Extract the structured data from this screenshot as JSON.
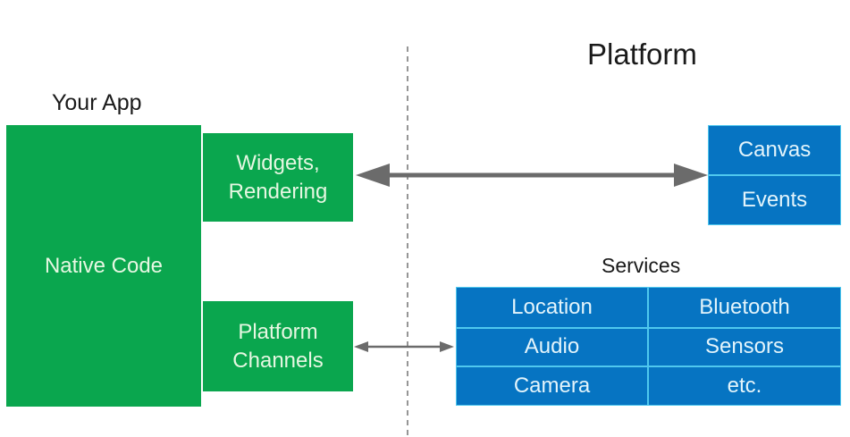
{
  "diagram": {
    "platform_heading": "Platform",
    "app_heading": "Your App",
    "services_heading": "Services",
    "app_blocks": {
      "native_code": "Native Code",
      "widgets_rendering": [
        "Widgets,",
        "Rendering"
      ],
      "platform_channels": [
        "Platform",
        "Channels"
      ]
    },
    "platform_blocks": {
      "canvas": "Canvas",
      "events": "Events"
    },
    "services": [
      [
        "Location",
        "Bluetooth"
      ],
      [
        "Audio",
        "Sensors"
      ],
      [
        "Camera",
        "etc."
      ]
    ],
    "connections": [
      {
        "from": "Widgets, Rendering",
        "to": "Canvas / Events",
        "type": "bidirectional",
        "weight": "thick"
      },
      {
        "from": "Platform Channels",
        "to": "Services",
        "type": "bidirectional",
        "weight": "thin"
      }
    ],
    "colors": {
      "app_green": "#0aa64e",
      "platform_blue": "#0674c2",
      "cell_border": "#4fc8ee",
      "arrow_gray": "#6b6b6b",
      "divider_gray": "#8a8a8a"
    }
  }
}
